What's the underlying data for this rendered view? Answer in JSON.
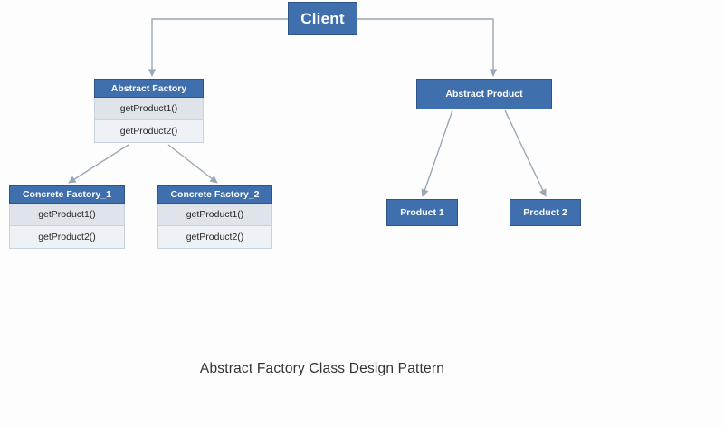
{
  "caption": "Abstract Factory Class Design Pattern",
  "colors": {
    "box_fill": "#3f6fad",
    "box_border": "#2e5586",
    "row_fill_primary": "#dfe4ea",
    "row_fill_secondary": "#eef1f5",
    "row_border": "#c8d2de",
    "connector": "#9aa7b4",
    "header_text": "#ffffff",
    "row_text": "#262626",
    "caption_text": "#333333",
    "background": "#fdfdfe"
  },
  "nodes": {
    "client": {
      "title": "Client"
    },
    "abstract_factory": {
      "title": "Abstract Factory",
      "methods": [
        "getProduct1()",
        "getProduct2()"
      ]
    },
    "abstract_product": {
      "title": "Abstract Product"
    },
    "concrete_factory_1": {
      "title": "Concrete Factory_1",
      "methods": [
        "getProduct1()",
        "getProduct2()"
      ]
    },
    "concrete_factory_2": {
      "title": "Concrete Factory_2",
      "methods": [
        "getProduct1()",
        "getProduct2()"
      ]
    },
    "product_1": {
      "title": "Product 1"
    },
    "product_2": {
      "title": "Product 2"
    }
  },
  "connectors": [
    {
      "name": "client-to-abstract-factory",
      "style": "elbow",
      "from": "client",
      "to": "abstract_factory"
    },
    {
      "name": "client-to-abstract-product",
      "style": "elbow",
      "from": "client",
      "to": "abstract_product"
    },
    {
      "name": "abstract-factory-to-concrete-factory-1",
      "style": "diagonal",
      "from": "abstract_factory",
      "to": "concrete_factory_1"
    },
    {
      "name": "abstract-factory-to-concrete-factory-2",
      "style": "diagonal",
      "from": "abstract_factory",
      "to": "concrete_factory_2"
    },
    {
      "name": "abstract-product-to-product-1",
      "style": "diagonal",
      "from": "abstract_product",
      "to": "product_1"
    },
    {
      "name": "abstract-product-to-product-2",
      "style": "diagonal",
      "from": "abstract_product",
      "to": "product_2"
    }
  ]
}
